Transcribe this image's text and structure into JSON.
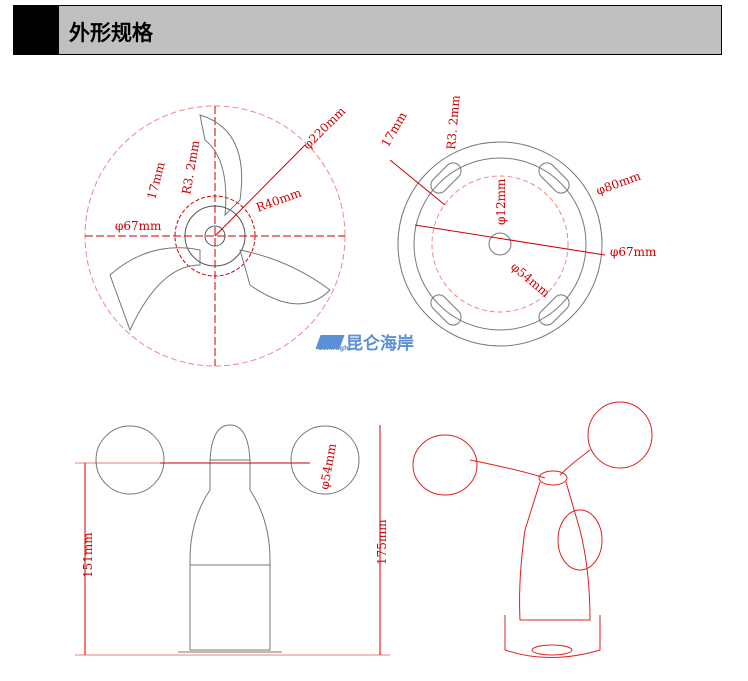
{
  "header": {
    "title": "外形规格"
  },
  "logo": {
    "cn": "昆仑海岸",
    "en": "ColliHigh"
  },
  "top_view": {
    "d220": "φ220mm",
    "d67": "φ67mm",
    "w17": "17mm",
    "r32": "R3. 2mm",
    "r40": "R40mm"
  },
  "base_view": {
    "w17": "17mm",
    "r32": "R3. 2mm",
    "d12": "φ12mm",
    "d80": "φ80mm",
    "d54": "φ54mm",
    "d67": "φ67mm"
  },
  "side_view": {
    "d54": "φ54mm",
    "h151": "151mm",
    "h175": "175mm"
  }
}
